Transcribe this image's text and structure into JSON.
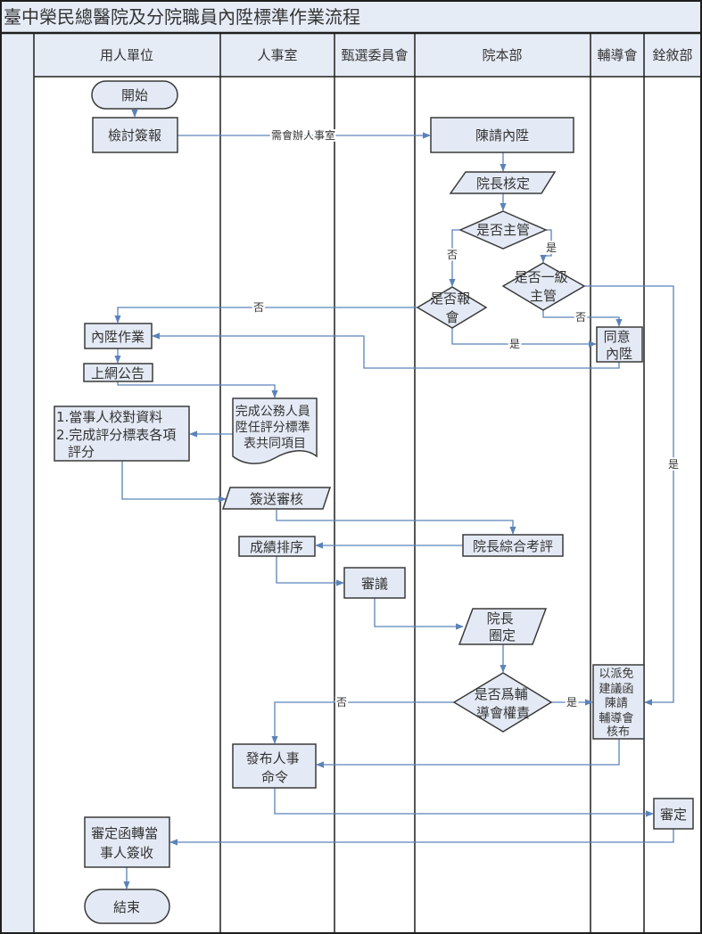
{
  "title": "臺中榮民總醫院及分院職員內陞標準作業流程",
  "lanes": [
    "用人單位",
    "人事室",
    "甄選委員會",
    "院本部",
    "輔導會",
    "銓敘部"
  ],
  "colors": {
    "header_fill": "#e6ecf6",
    "node_fill": "#e4eaf5",
    "node_border": "#3a3a3a",
    "connector": "#5b83b9"
  },
  "nodes": {
    "start": {
      "shape": "terminal",
      "lane": "用人單位",
      "lines": [
        "開始"
      ]
    },
    "review_report": {
      "shape": "process",
      "lane": "用人單位",
      "lines": [
        "檢討簽報"
      ]
    },
    "request_promotion": {
      "shape": "process",
      "lane": "院本部",
      "lines": [
        "陳請內陞"
      ]
    },
    "director_approval": {
      "shape": "input-output",
      "lane": "院本部",
      "lines": [
        "院長核定"
      ]
    },
    "is_supervisor": {
      "shape": "decision",
      "lane": "院本部",
      "lines": [
        "是否主管"
      ]
    },
    "is_first_level": {
      "shape": "decision",
      "lane": "院本部",
      "lines": [
        "是否一級",
        "主管"
      ]
    },
    "needs_report": {
      "shape": "decision",
      "lane": "院本部",
      "lines": [
        "是否報",
        "會"
      ]
    },
    "approve_promotion": {
      "shape": "process",
      "lane": "輔導會",
      "lines": [
        "同意",
        "內陞"
      ]
    },
    "promotion_work": {
      "shape": "process",
      "lane": "用人單位",
      "lines": [
        "內陞作業"
      ]
    },
    "online_notice": {
      "shape": "process",
      "lane": "用人單位",
      "lines": [
        "上網公告"
      ]
    },
    "common_items": {
      "shape": "document",
      "lane": "人事室",
      "lines": [
        "完成公務人員",
        "陞任評分標準",
        "表共同項目"
      ]
    },
    "verify_score": {
      "shape": "process",
      "lane": "用人單位",
      "lines": [
        "1.當事人校對資料",
        "2.完成評分標表各項",
        "評分"
      ]
    },
    "submit_review": {
      "shape": "input-output",
      "lane": "人事室",
      "lines": [
        "簽送審核"
      ]
    },
    "director_eval": {
      "shape": "process",
      "lane": "院本部",
      "lines": [
        "院長綜合考評"
      ]
    },
    "ranking": {
      "shape": "process",
      "lane": "人事室",
      "lines": [
        "成績排序"
      ]
    },
    "deliberation": {
      "shape": "process",
      "lane": "甄選委員會",
      "lines": [
        "審議"
      ]
    },
    "director_select": {
      "shape": "input-output",
      "lane": "院本部",
      "lines": [
        "院長",
        "圈定"
      ]
    },
    "is_vac_authority": {
      "shape": "decision",
      "lane": "院本部",
      "lines": [
        "是否爲輔",
        "導會權責"
      ]
    },
    "vac_proposal": {
      "shape": "process",
      "lane": "輔導會",
      "lines": [
        "以派免",
        "建議函",
        "陳請",
        "輔導會",
        "核布"
      ]
    },
    "issue_order": {
      "shape": "process",
      "lane": "人事室",
      "lines": [
        "發布人事",
        "命令"
      ]
    },
    "ministry_review": {
      "shape": "process",
      "lane": "銓敘部",
      "lines": [
        "審定"
      ]
    },
    "forward_notice": {
      "shape": "process",
      "lane": "用人單位",
      "lines": [
        "審定函轉當",
        "事人簽收"
      ]
    },
    "end": {
      "shape": "terminal",
      "lane": "用人單位",
      "lines": [
        "結束"
      ]
    }
  },
  "edges": [
    {
      "from": "start",
      "to": "review_report",
      "label": ""
    },
    {
      "from": "review_report",
      "to": "request_promotion",
      "label": "需會辦人事室"
    },
    {
      "from": "request_promotion",
      "to": "director_approval",
      "label": ""
    },
    {
      "from": "director_approval",
      "to": "is_supervisor",
      "label": ""
    },
    {
      "from": "is_supervisor",
      "to": "needs_report",
      "label": "否"
    },
    {
      "from": "is_supervisor",
      "to": "is_first_level",
      "label": "是"
    },
    {
      "from": "needs_report",
      "to": "promotion_work",
      "label": "否"
    },
    {
      "from": "needs_report",
      "to": "approve_promotion",
      "label": "是"
    },
    {
      "from": "is_first_level",
      "to": "approve_promotion",
      "label": "否"
    },
    {
      "from": "is_first_level",
      "to": "vac_proposal",
      "label": "是"
    },
    {
      "from": "approve_promotion",
      "to": "promotion_work",
      "label": ""
    },
    {
      "from": "promotion_work",
      "to": "online_notice",
      "label": ""
    },
    {
      "from": "online_notice",
      "to": "common_items",
      "label": ""
    },
    {
      "from": "common_items",
      "to": "verify_score",
      "label": ""
    },
    {
      "from": "verify_score",
      "to": "submit_review",
      "label": ""
    },
    {
      "from": "submit_review",
      "to": "director_eval",
      "label": ""
    },
    {
      "from": "director_eval",
      "to": "ranking",
      "label": ""
    },
    {
      "from": "ranking",
      "to": "deliberation",
      "label": ""
    },
    {
      "from": "deliberation",
      "to": "director_select",
      "label": ""
    },
    {
      "from": "director_select",
      "to": "is_vac_authority",
      "label": ""
    },
    {
      "from": "is_vac_authority",
      "to": "issue_order",
      "label": "否"
    },
    {
      "from": "is_vac_authority",
      "to": "vac_proposal",
      "label": "是"
    },
    {
      "from": "vac_proposal",
      "to": "issue_order",
      "label": ""
    },
    {
      "from": "issue_order",
      "to": "ministry_review",
      "label": ""
    },
    {
      "from": "ministry_review",
      "to": "forward_notice",
      "label": ""
    },
    {
      "from": "forward_notice",
      "to": "end",
      "label": ""
    }
  ]
}
